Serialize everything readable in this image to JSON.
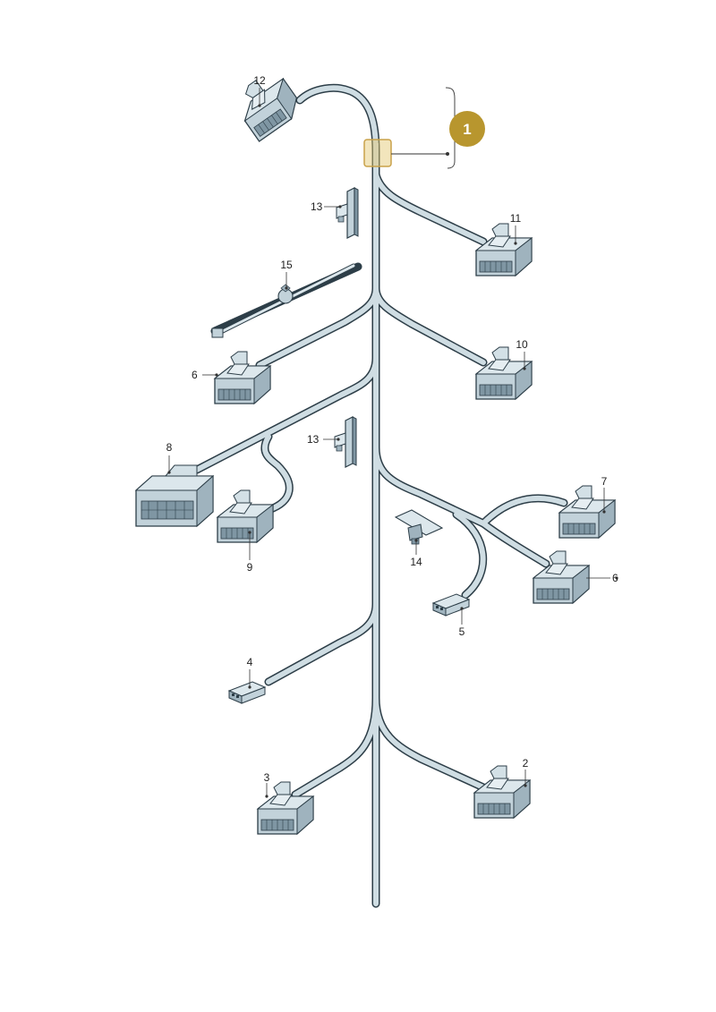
{
  "badge": {
    "number": "1",
    "color": "#b8962e"
  },
  "colors": {
    "wire_fill": "#cfdde3",
    "wire_outline": "#2d3e48",
    "connector_fill": "#c2d2da",
    "connector_dark": "#7f96a3",
    "highlight": "#e3c66a"
  },
  "labels": {
    "n12": "12",
    "n13a": "13",
    "n11": "11",
    "n15": "15",
    "n6a": "6",
    "n10": "10",
    "n13b": "13",
    "n8": "8",
    "n7": "7",
    "n9": "9",
    "n14": "14",
    "n6b": "6",
    "n5": "5",
    "n4": "4",
    "n3": "3",
    "n2": "2"
  },
  "parts": [
    {
      "id": "12",
      "icon": "connector-12-icon"
    },
    {
      "id": "13",
      "icon": "clip-13-icon"
    },
    {
      "id": "11",
      "icon": "connector-11-icon"
    },
    {
      "id": "15",
      "icon": "cable-tie-15-icon"
    },
    {
      "id": "6",
      "icon": "connector-6-icon"
    },
    {
      "id": "10",
      "icon": "connector-10-icon"
    },
    {
      "id": "8",
      "icon": "connector-8-icon"
    },
    {
      "id": "9",
      "icon": "connector-9-icon"
    },
    {
      "id": "7",
      "icon": "connector-7-icon"
    },
    {
      "id": "14",
      "icon": "bracket-14-icon"
    },
    {
      "id": "5",
      "icon": "connector-5-icon"
    },
    {
      "id": "4",
      "icon": "connector-4-icon"
    },
    {
      "id": "3",
      "icon": "connector-3-icon"
    },
    {
      "id": "2",
      "icon": "connector-2-icon"
    }
  ]
}
